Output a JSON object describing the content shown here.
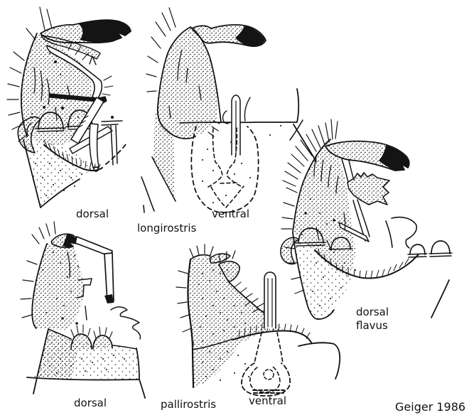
{
  "figure": {
    "type": "taxonomic-line-art-plate",
    "background_color": "#ffffff",
    "ink_color": "#141414",
    "credit": "Geiger 1986",
    "panels": [
      {
        "species": "longirostris",
        "view": "dorsal",
        "position": "top-left"
      },
      {
        "species": "longirostris",
        "view": "ventral",
        "position": "top-middle"
      },
      {
        "species": "flavus",
        "view": "dorsal",
        "position": "middle-right"
      },
      {
        "species": "pallirostris",
        "view": "dorsal",
        "position": "bottom-left"
      },
      {
        "species": "pallirostris",
        "view": "ventral",
        "position": "bottom-middle"
      }
    ],
    "labels": {
      "longirostris_dorsal": "dorsal",
      "longirostris_species": "longirostris",
      "longirostris_ventral": "ventral",
      "flavus_dorsal": "dorsal",
      "flavus_species": "flavus",
      "pallirostris_dorsal": "dorsal",
      "pallirostris_species": "pallirostris",
      "pallirostris_ventral": "ventral"
    }
  }
}
